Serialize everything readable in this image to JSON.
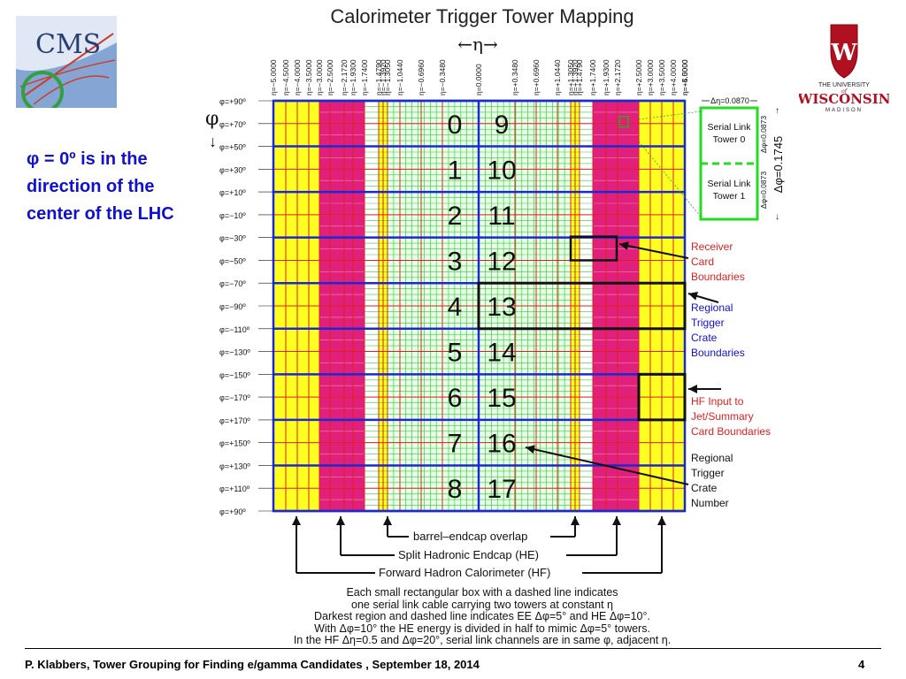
{
  "title": "Calorimeter Trigger Tower Mapping",
  "eta_arrow": "←η→",
  "phi_symbol": "φ",
  "phi_note": "φ = 0º is in the direction of the center of the LHC",
  "eta_labels": [
    "η=−5.0000",
    "η=−4.5000",
    "η=−4.0000",
    "η=−3.5000",
    "η=−3.0000",
    "η=−2.5000",
    "η=−2.1720",
    "η=−1.9300",
    "η=−1.7400",
    "η=−1.4790",
    "η=−1.3920",
    "η=−1.3050",
    "η=−1.0440",
    "η=−0.6960",
    "η=−0.3480",
    "η=0.0000",
    "η=+0.3480",
    "η=+0.6960",
    "η=+1.0440",
    "η=+1.3050",
    "η=+1.3920",
    "η=+1.4790",
    "η=+1.7400",
    "η=+1.9300",
    "η=+2.1720",
    "η=+2.5000",
    "η=+3.0000",
    "η=+3.5000",
    "η=+4.0000",
    "η=+4.5000",
    "η=+5.0000"
  ],
  "phi_labels": [
    "φ=+90º",
    "φ=+70º",
    "φ=+50º",
    "φ=+30º",
    "φ=+10º",
    "φ=−10º",
    "φ=−30º",
    "φ=−50º",
    "φ=−70º",
    "φ=−90º",
    "φ=−110º",
    "φ=−130º",
    "φ=−150º",
    "φ=−170º",
    "φ=+170º",
    "φ=+150º",
    "φ=+130º",
    "φ=+110º",
    "φ=+90º"
  ],
  "crate_numbers_left": [
    "0",
    "1",
    "2",
    "3",
    "4",
    "5",
    "6",
    "7",
    "8"
  ],
  "crate_numbers_right": [
    "9",
    "10",
    "11",
    "12",
    "13",
    "14",
    "15",
    "16",
    "17"
  ],
  "serial_link": {
    "tower0": "Serial Link Tower 0",
    "tower1": "Serial Link Tower 1",
    "delta_eta": "Δη=0.0870",
    "delta_phi_small_top": "Δφ=0.0873",
    "delta_phi_small_bottom": "Δφ=0.0873",
    "delta_phi_big": "Δφ=0.1745"
  },
  "side_labels": {
    "receiver": [
      "Receiver",
      "Card",
      "Boundaries"
    ],
    "regional": [
      "Regional",
      "Trigger",
      "Crate",
      "Boundaries"
    ],
    "hf_input": [
      "HF Input to",
      "Jet/Summary",
      "Card Boundaries"
    ],
    "crate_number": [
      "Regional",
      "Trigger",
      "Crate",
      "Number"
    ]
  },
  "bottom_labels": {
    "overlap": "barrel–endcap overlap",
    "split_he": "Split Hadronic Endcap (HE)",
    "hf": "Forward Hadron Calorimeter (HF)"
  },
  "caption": [
    "Each small rectangular box with a dashed line indicates",
    "one serial link cable carrying two towers at constant η",
    "Darkest region and dashed line indicates EE Δφ=5° and HE Δφ=10°.",
    "With Δφ=10° the HE energy is divided in half to mimic Δφ=5° towers.",
    "In the HF Δη=0.5 and Δφ=20°, serial link channels are in same φ, adjacent η."
  ],
  "footer": "P. Klabbers, Tower Grouping for Finding e/gamma Candidates , September 18, 2014",
  "page_number": "4",
  "logos": {
    "cms": "CMS",
    "uw_top": "THE UNIVERSITY",
    "uw_of": "of",
    "uw_main": "WISCONSIN",
    "uw_bottom": "MADISON"
  },
  "colors": {
    "yellow": "#ffff22",
    "magenta": "#e0207a",
    "green": "#22c822",
    "blue": "#1a2ad0",
    "red": "#e02020"
  }
}
